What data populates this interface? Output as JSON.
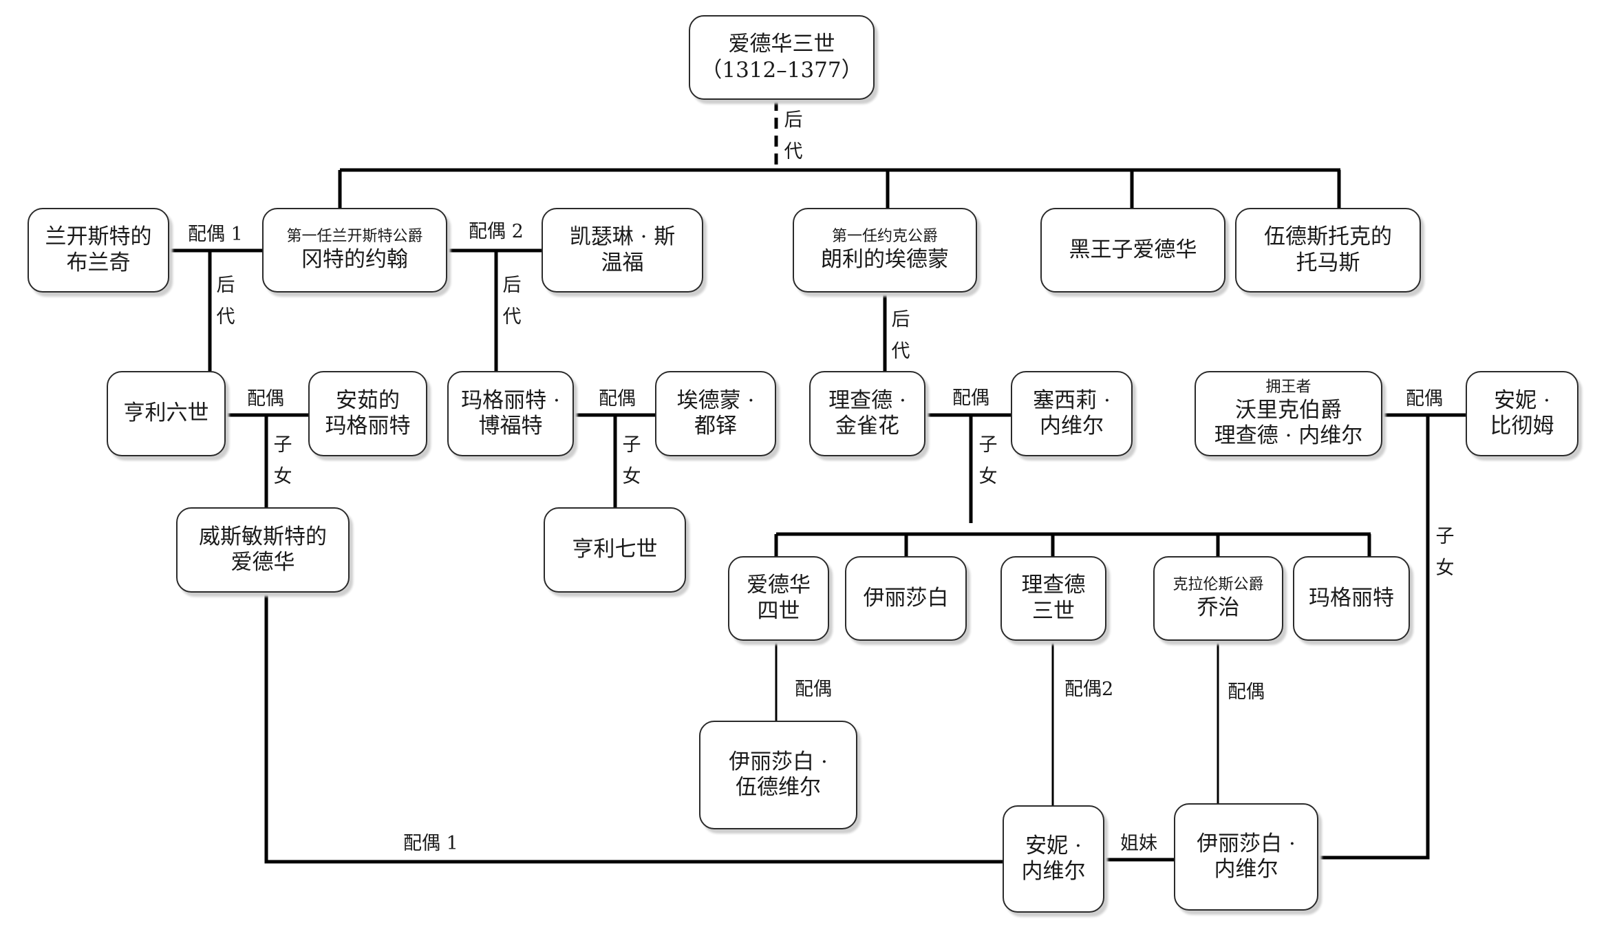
{
  "diagram": {
    "type": "family-tree",
    "root": {
      "name": "爱德华三世",
      "years": "（1312–1377）"
    },
    "people": {
      "blanche": {
        "name_lines": [
          "兰开斯特的",
          "布兰奇"
        ]
      },
      "john": {
        "title": "第一任兰开斯特公爵",
        "name": "冈特的约翰"
      },
      "katherine": {
        "name_lines": [
          "凯瑟琳 · 斯",
          "温福"
        ]
      },
      "edmund": {
        "title": "第一任约克公爵",
        "name": "朗利的埃德蒙"
      },
      "black_prince": {
        "name": "黑王子爱德华"
      },
      "thomas": {
        "name_lines": [
          "伍德斯托克的",
          "托马斯"
        ]
      },
      "henry6": {
        "name": "亨利六世"
      },
      "margaret_anjou": {
        "name_lines": [
          "安茹的",
          "玛格丽特"
        ]
      },
      "margaret_beaufort": {
        "name_lines": [
          "玛格丽特 ·",
          "博福特"
        ]
      },
      "edmund_tudor": {
        "name_lines": [
          "埃德蒙 ·",
          "都铎"
        ]
      },
      "richard_plantagenet": {
        "name_lines": [
          "理查德 ·",
          "金雀花"
        ]
      },
      "cecily": {
        "name_lines": [
          "塞西莉 ·",
          "内维尔"
        ]
      },
      "warwick": {
        "title": "拥王者",
        "name_lines": [
          "沃里克伯爵",
          "理查德 · 内维尔"
        ]
      },
      "anne_beauchamp": {
        "name_lines": [
          "安妮 ·",
          "比彻姆"
        ]
      },
      "edward_westminster": {
        "name_lines": [
          "威斯敏斯特的",
          "爱德华"
        ]
      },
      "henry7": {
        "name": "亨利七世"
      },
      "edward4": {
        "name_lines": [
          "爱德华",
          "四世"
        ]
      },
      "elizabeth": {
        "name": "伊丽莎白"
      },
      "richard3": {
        "name_lines": [
          "理查德",
          "三世"
        ]
      },
      "george": {
        "title": "克拉伦斯公爵",
        "name": "乔治"
      },
      "margaret": {
        "name": "玛格丽特"
      },
      "elizabeth_woodville": {
        "name_lines": [
          "伊丽莎白 ·",
          "伍德维尔"
        ]
      },
      "anne_neville": {
        "name_lines": [
          "安妮 ·",
          "内维尔"
        ]
      },
      "isabel_neville": {
        "name_lines": [
          "伊丽莎白 ·",
          "内维尔"
        ]
      }
    },
    "labels": {
      "descendants": [
        "后",
        "代"
      ],
      "children": [
        "子",
        "女"
      ],
      "spouse": "配偶",
      "spouse_1": "配偶 1",
      "spouse_2": "配偶 2",
      "spouse_2_compact": "配偶2",
      "sisters": "姐妹"
    },
    "colors": {
      "line": "#000000",
      "border": "#2a2a2a",
      "shadow": "#cfcfcf"
    }
  }
}
